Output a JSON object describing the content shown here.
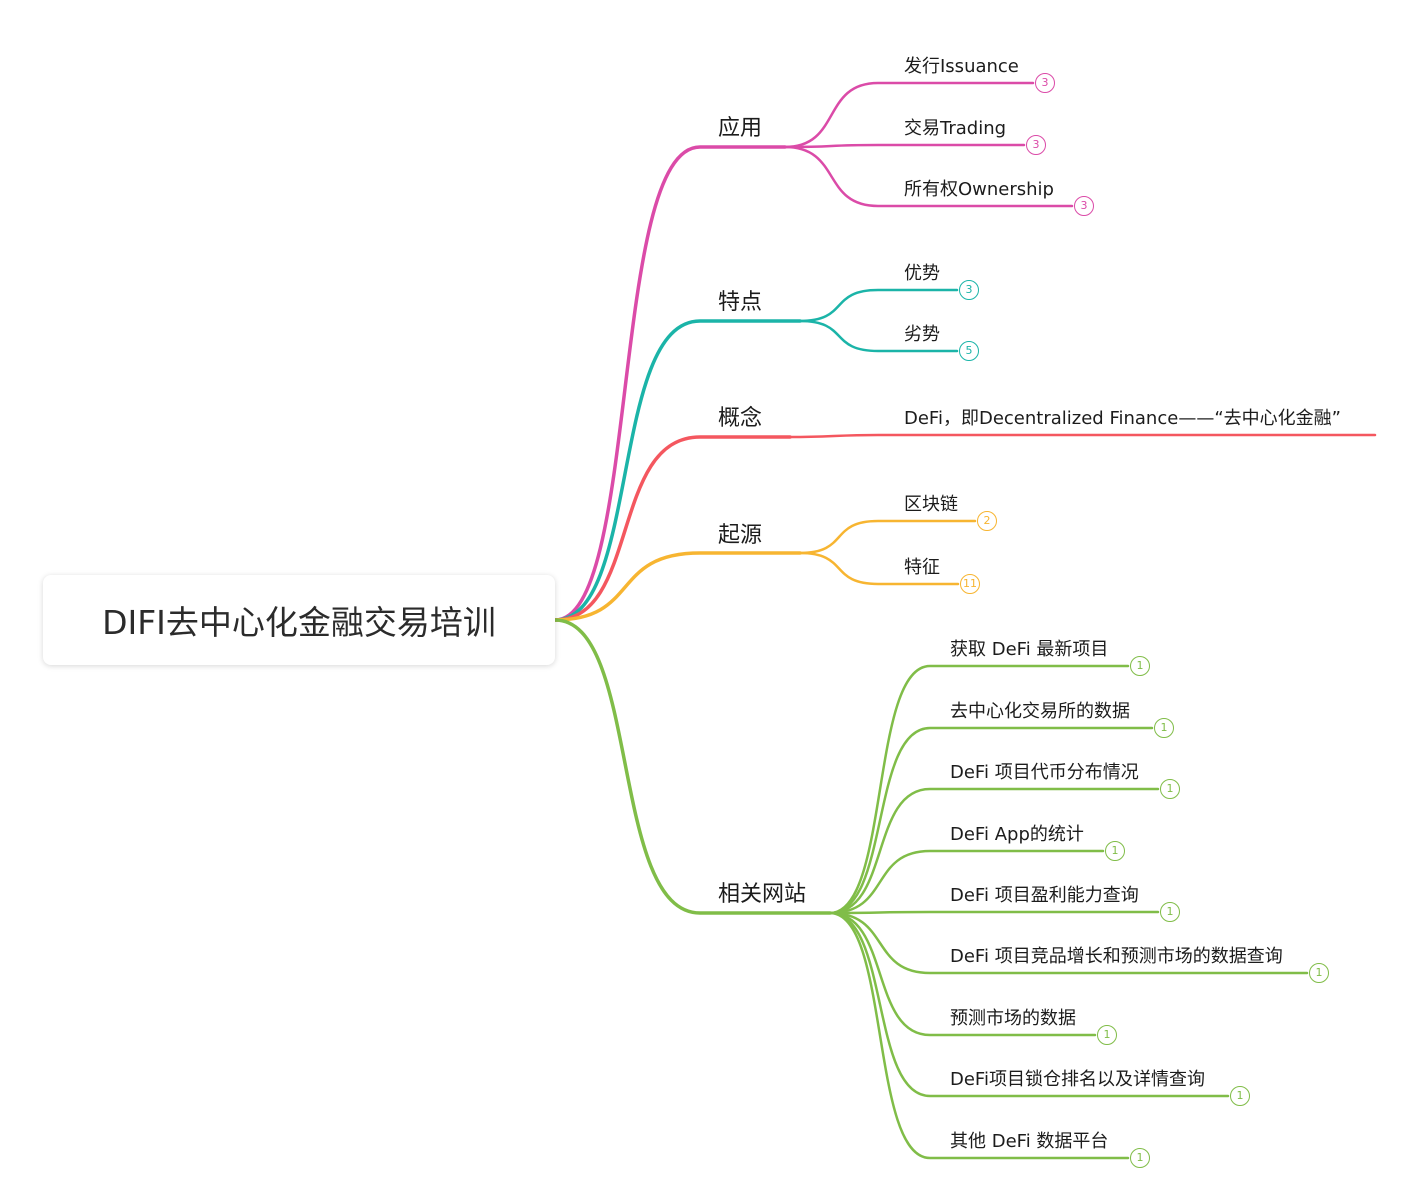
{
  "root": {
    "title": "DIFI去中心化金融交易培训"
  },
  "branches": [
    {
      "label": "应用",
      "color": "#db4ba8",
      "children": [
        {
          "label": "发行Issuance",
          "count": "3"
        },
        {
          "label": "交易Trading",
          "count": "3"
        },
        {
          "label": "所有权Ownership",
          "count": "3"
        }
      ]
    },
    {
      "label": "特点",
      "color": "#1bb4a8",
      "children": [
        {
          "label": "优势",
          "count": "3"
        },
        {
          "label": "劣势",
          "count": "5"
        }
      ]
    },
    {
      "label": "概念",
      "color": "#f4575f",
      "children": [
        {
          "label": "DeFi，即Decentralized Finance——“去中心化金融”",
          "count": ""
        }
      ]
    },
    {
      "label": "起源",
      "color": "#f7b531",
      "children": [
        {
          "label": "区块链",
          "count": "2"
        },
        {
          "label": "特征",
          "count": "11"
        }
      ]
    },
    {
      "label": "相关网站",
      "color": "#80bd48",
      "children": [
        {
          "label": "获取 DeFi 最新项目",
          "count": "1"
        },
        {
          "label": "去中心化交易所的数据",
          "count": "1"
        },
        {
          "label": "DeFi 项目代币分布情况",
          "count": "1"
        },
        {
          "label": "DeFi App的统计",
          "count": "1"
        },
        {
          "label": "DeFi 项目盈利能力查询",
          "count": "1"
        },
        {
          "label": "DeFi 项目竞品增长和预测市场的数据查询",
          "count": "1"
        },
        {
          "label": "预测市场的数据",
          "count": "1"
        },
        {
          "label": "DeFi项目锁仓排名以及详情查询",
          "count": "1"
        },
        {
          "label": "其他 DeFi 数据平台",
          "count": "1"
        }
      ]
    }
  ]
}
